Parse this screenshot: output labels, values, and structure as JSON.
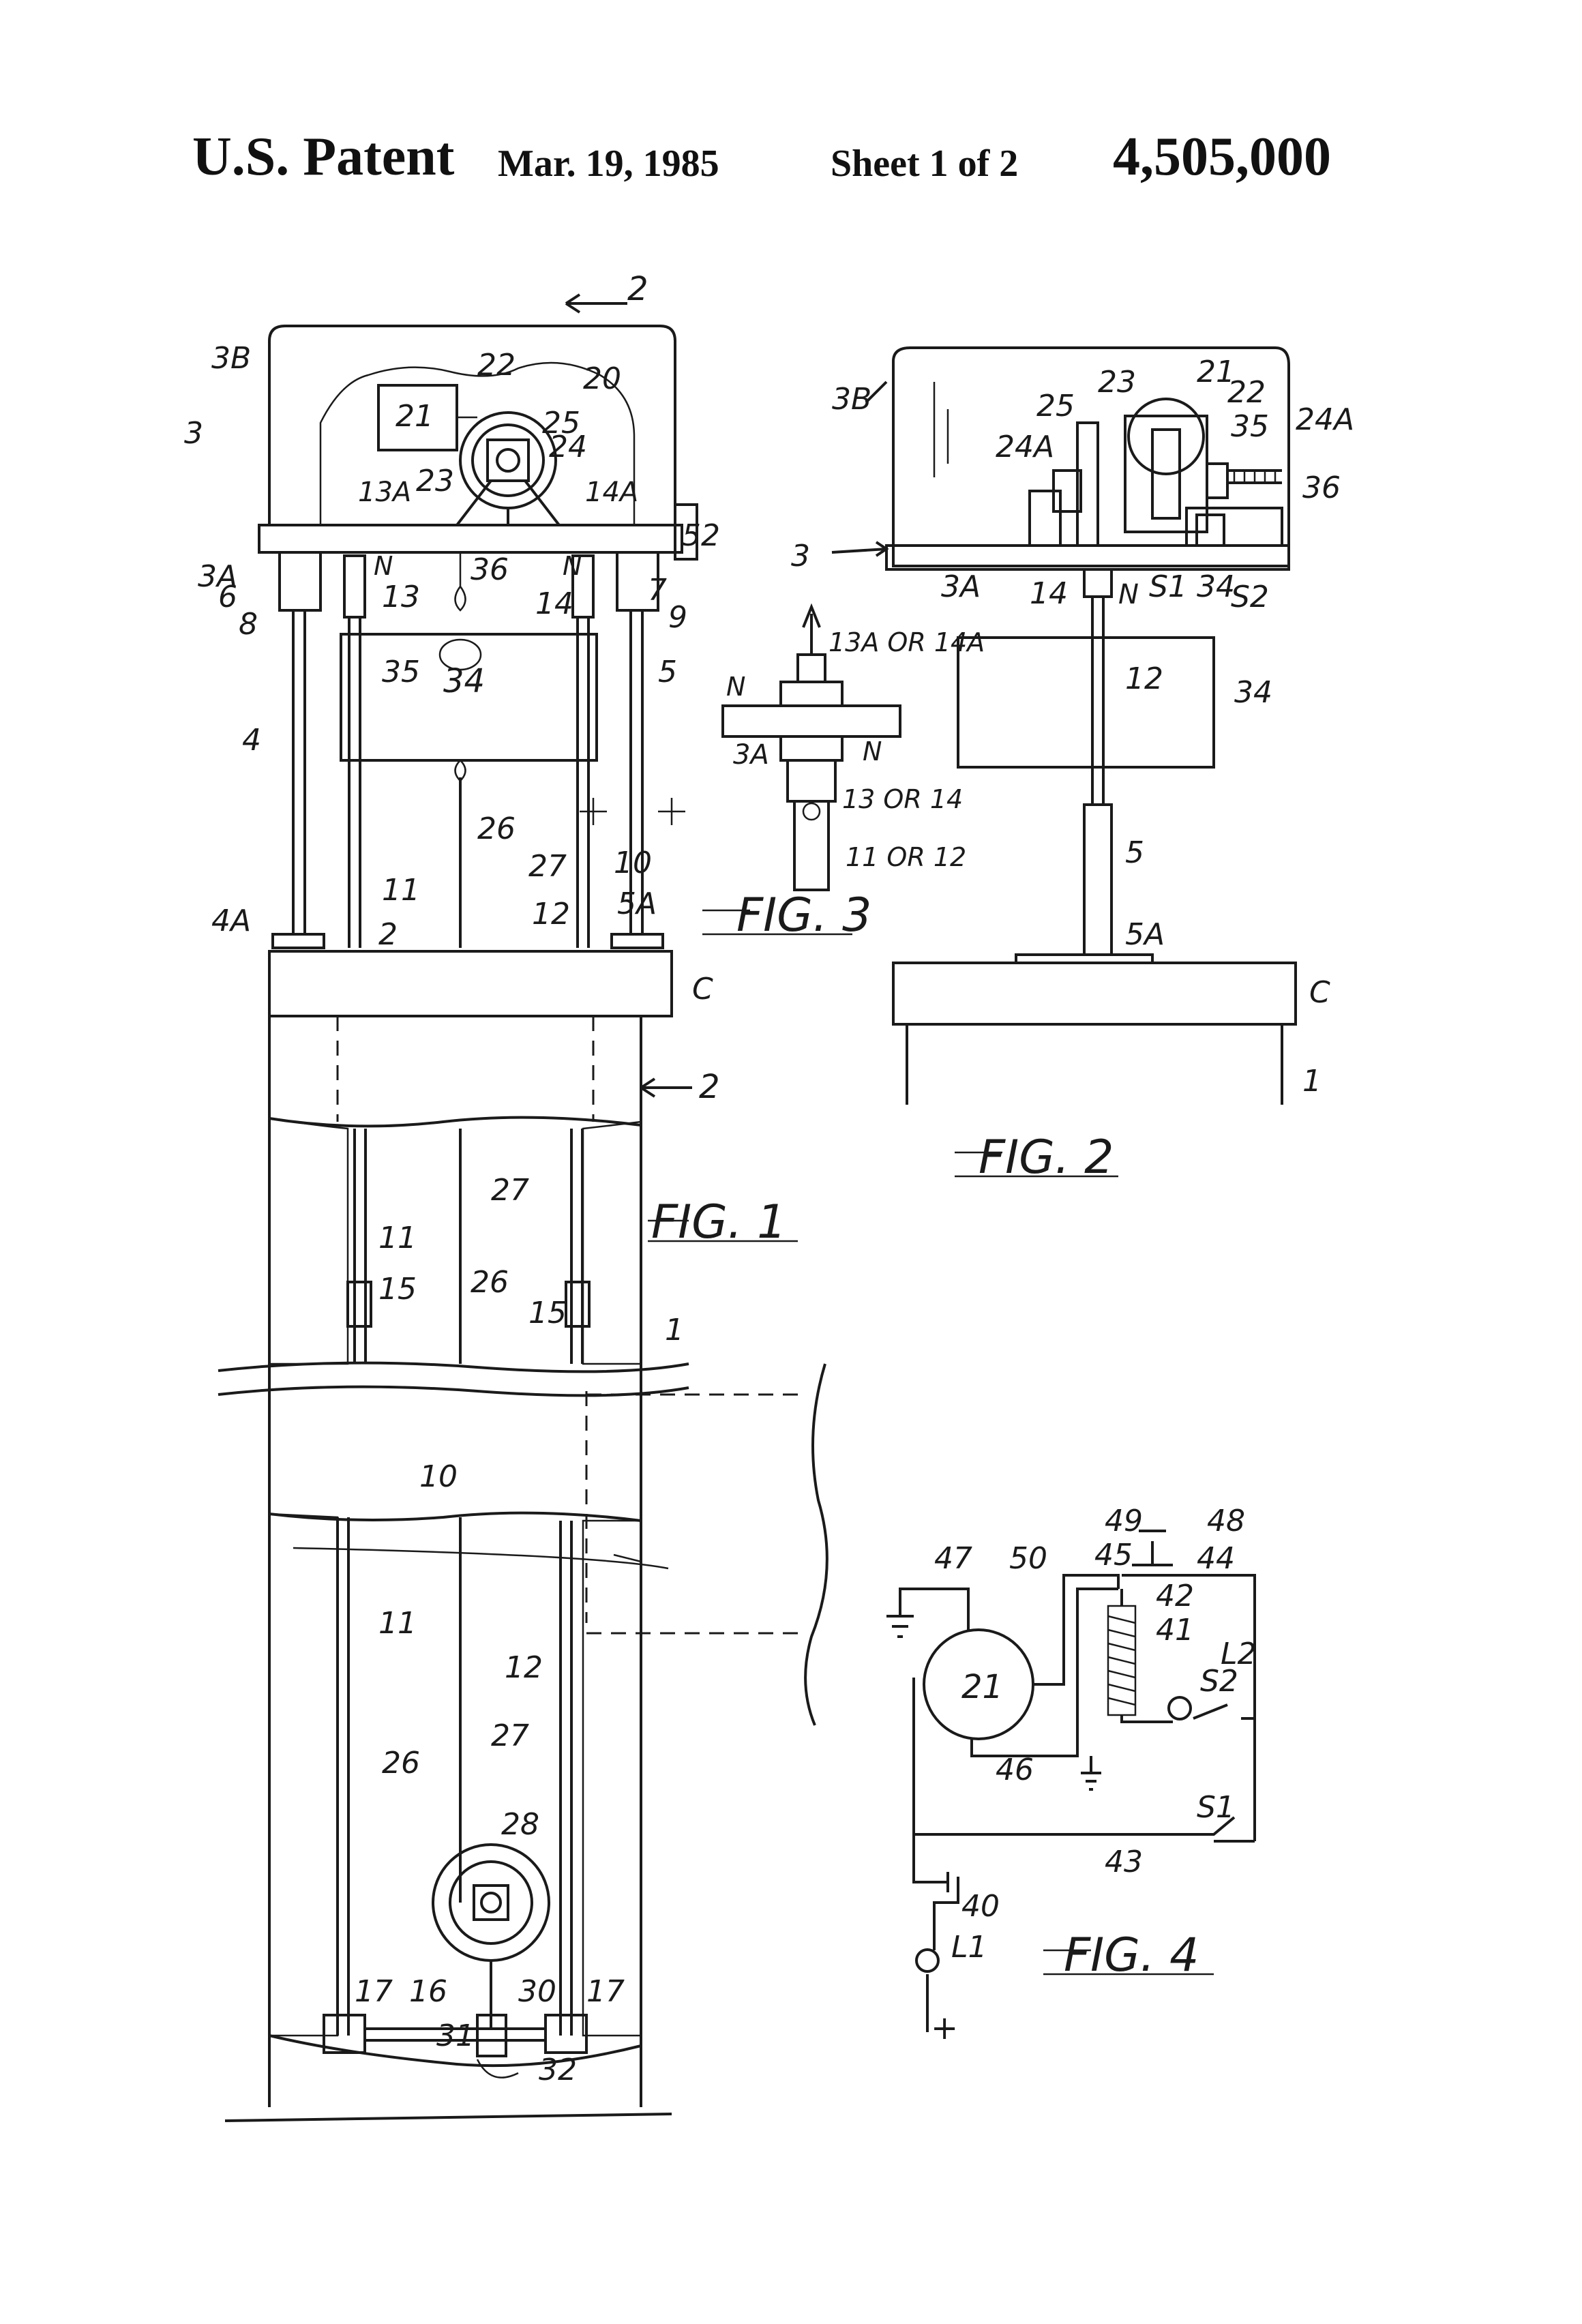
{
  "header": {
    "title": "U.S. Patent",
    "date": "Mar. 19, 1985",
    "sheet": "Sheet 1 of 2",
    "number": "4,505,000"
  },
  "figures": {
    "fig1": "FIG. 1",
    "fig2": "FIG. 2",
    "fig3": "FIG. 3",
    "fig4": "FIG. 4"
  },
  "refs": {
    "r1": "1",
    "r2": "2",
    "r3": "3",
    "r3A": "3A",
    "r3B": "3B",
    "r4": "4",
    "r4A": "4A",
    "r5": "5",
    "r5A": "5A",
    "r6": "6",
    "r7": "7",
    "r8": "8",
    "r9": "9",
    "r10": "10",
    "r11": "11",
    "r12": "12",
    "r13": "13",
    "r13A": "13A",
    "r14": "14",
    "r14A": "14A",
    "r15": "15",
    "r16": "16",
    "r17": "17",
    "r20": "20",
    "r21": "21",
    "r22": "22",
    "r23": "23",
    "r24": "24",
    "r24A": "24A",
    "r25": "25",
    "r26": "26",
    "r27": "27",
    "r28": "28",
    "r30": "30",
    "r31": "31",
    "r32": "32",
    "r34": "34",
    "r35": "35",
    "r36": "36",
    "r40": "40",
    "r41": "41",
    "r42": "42",
    "r43": "43",
    "r44": "44",
    "r45": "45",
    "r46": "46",
    "r47": "47",
    "r48": "48",
    "r49": "49",
    "r50": "50",
    "r52": "52",
    "rC": "C",
    "rN": "N",
    "rS1": "S1",
    "rS2": "S2",
    "rL1": "L1",
    "rL2": "L2",
    "r13or14": "13 OR 14",
    "r11or12": "11 OR 12",
    "r13Aor14A": "13A OR 14A",
    "plus": "+"
  }
}
